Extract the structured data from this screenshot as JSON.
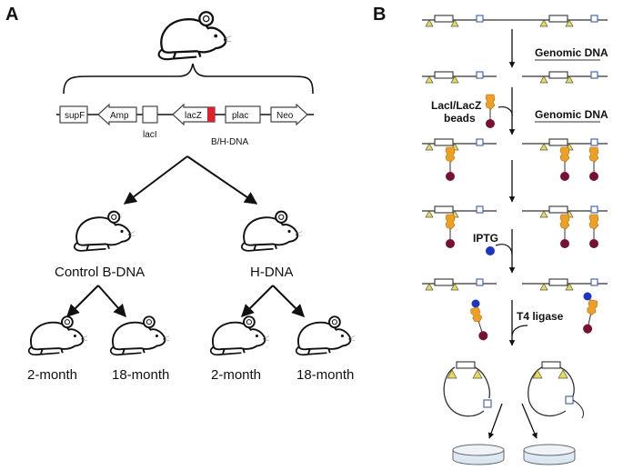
{
  "panels": {
    "a": "A",
    "b": "B"
  },
  "construct": {
    "elements": [
      "supF",
      "Amp",
      "lacI",
      "lacZ",
      "plac",
      "Neo"
    ],
    "insert_label": "B/H-DNA"
  },
  "groups": {
    "control": "Control B-DNA",
    "hdna": "H-DNA"
  },
  "ages": {
    "young": "2-month",
    "old": "18-month"
  },
  "workflow": {
    "genomic_dna_1": "Genomic DNA",
    "beads_line1": "LacI/LacZ",
    "beads_line2": "beads",
    "genomic_dna_2": "Genomic DNA",
    "iptg": "IPTG",
    "ligase": "T4 ligase"
  },
  "colors": {
    "insert": "#e0202a",
    "triangle": "#e6dc4a",
    "square": "#4466cc",
    "bead_orange": "#f0a020",
    "bead_dark": "#7a1030",
    "iptg_blue": "#1a35c8"
  }
}
